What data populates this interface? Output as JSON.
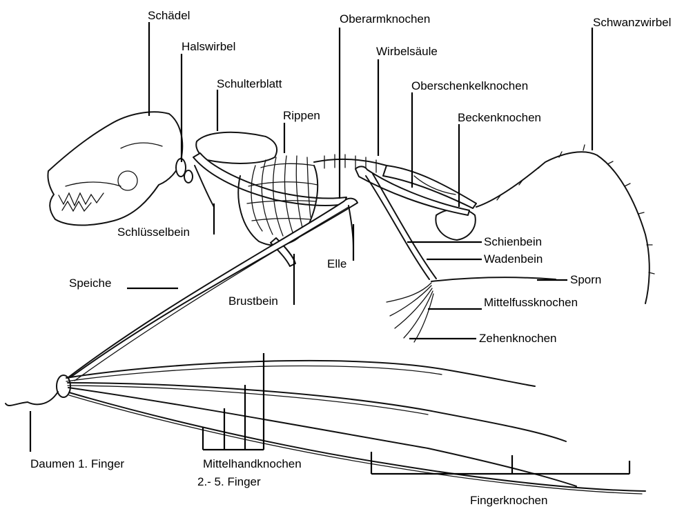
{
  "labels": {
    "schaedel": "Schädel",
    "halswirbel": "Halswirbel",
    "schulterblatt": "Schulterblatt",
    "rippen": "Rippen",
    "oberarmknochen": "Oberarmknochen",
    "wirbelsaeule": "Wirbelsäule",
    "oberschenkelknochen": "Oberschenkelknochen",
    "beckenknochen": "Beckenknochen",
    "schwanzwirbel": "Schwanzwirbel",
    "schluesselbein": "Schlüsselbein",
    "schienbein": "Schienbein",
    "wadenbein": "Wadenbein",
    "sporn": "Sporn",
    "elle": "Elle",
    "speiche": "Speiche",
    "brustbein": "Brustbein",
    "mittelfussknochen": "Mittelfussknochen",
    "zehenknochen": "Zehenknochen",
    "daumen": "Daumen 1. Finger",
    "mittelhandknochen": "Mittelhandknochen",
    "finger_range": "2.- 5. Finger",
    "fingerknochen": "Fingerknochen"
  }
}
